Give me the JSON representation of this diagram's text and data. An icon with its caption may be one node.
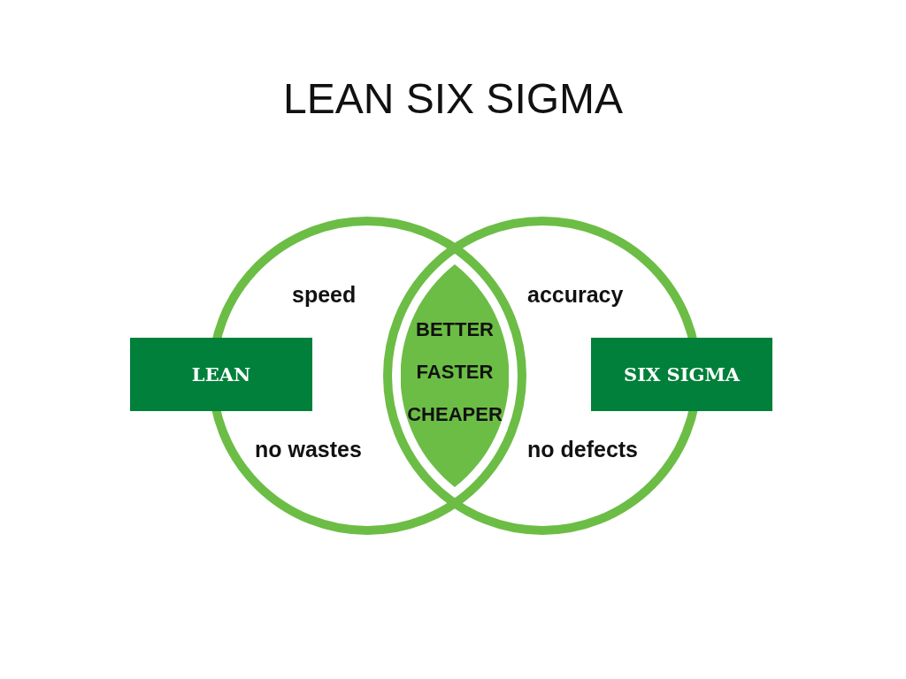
{
  "diagram": {
    "title": "LEAN SIX SIGMA",
    "nodes": [
      {
        "text": [
          "speed",
          "no wastes"
        ]
      },
      {
        "text": [
          "accuracy",
          "no defects"
        ]
      },
      {
        "text": [
          "BETTER FASTER CHEAPER"
        ]
      },
      {
        "text": [
          "LEAN"
        ]
      },
      {
        "text": [
          "SIX SIGMA"
        ]
      }
    ]
  }
}
